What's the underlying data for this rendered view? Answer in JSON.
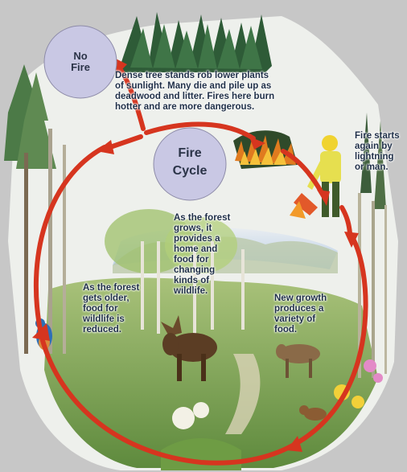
{
  "diagram": {
    "no_fire_label": "No\nFire",
    "cycle_label": "Fire\nCycle",
    "captions": {
      "dense_trees": "Dense tree stands rob lower plants\nof sunlight.  Many die and pile up as\ndeadwood and litter.  Fires here burn\nhotter and are more dangerous.",
      "fire_starts": "Fire starts\nagain by\nlightning\nor man.",
      "new_growth": "New growth\nproduces a\nvariety of\nfood.",
      "forest_grows": "As the forest\ngrows, it\nprovides a\nhome and\nfood for\nchanging\nkinds of\nwildlife.",
      "forest_older": "As the forest\ngets older,\nfood for\nwildlife is\nreduced."
    },
    "colors": {
      "background": "#c7c7c7",
      "cycle_arrow": "#d6351f",
      "circle_fill": "#c9c8e4",
      "text": "#1f2f48"
    }
  }
}
